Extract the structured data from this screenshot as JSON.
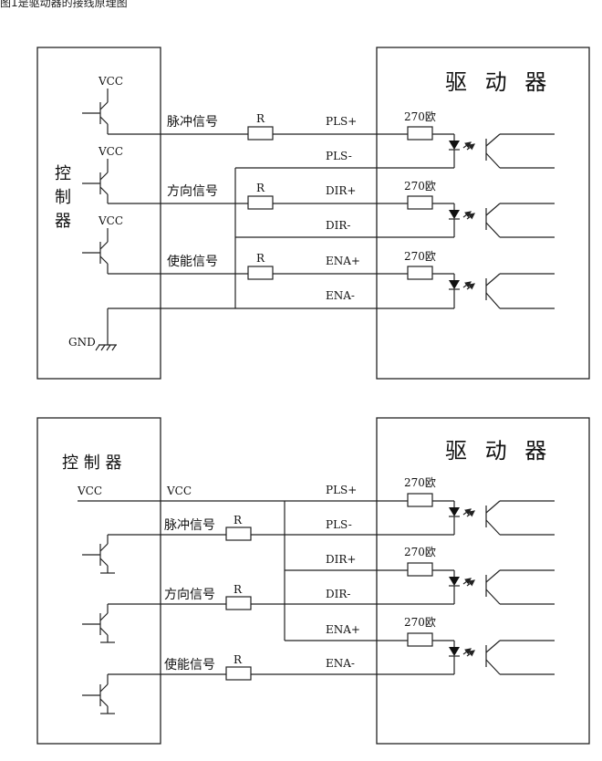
{
  "caption": "图1是驱动器的接线原理图",
  "diagram1": {
    "controller_label": [
      "控",
      "制",
      "器"
    ],
    "driver_label": "驱 动 器",
    "vcc": "VCC",
    "gnd": "GND",
    "resistor": "R",
    "resistor_270": "270欧",
    "signals": [
      "脉冲信号",
      "方向信号",
      "使能信号"
    ],
    "terminals": [
      "PLS+",
      "PLS-",
      "DIR+",
      "DIR-",
      "ENA+",
      "ENA-"
    ]
  },
  "diagram2": {
    "controller_label": "控 制 器",
    "driver_label": "驱 动 器",
    "vcc_left": "VCC",
    "vcc_line": "VCC",
    "resistor": "R",
    "resistor_270": "270欧",
    "signals": [
      "脉冲信号",
      "方向信号",
      "使能信号"
    ],
    "terminals": [
      "PLS+",
      "PLS-",
      "DIR+",
      "DIR-",
      "ENA+",
      "ENA-"
    ]
  }
}
